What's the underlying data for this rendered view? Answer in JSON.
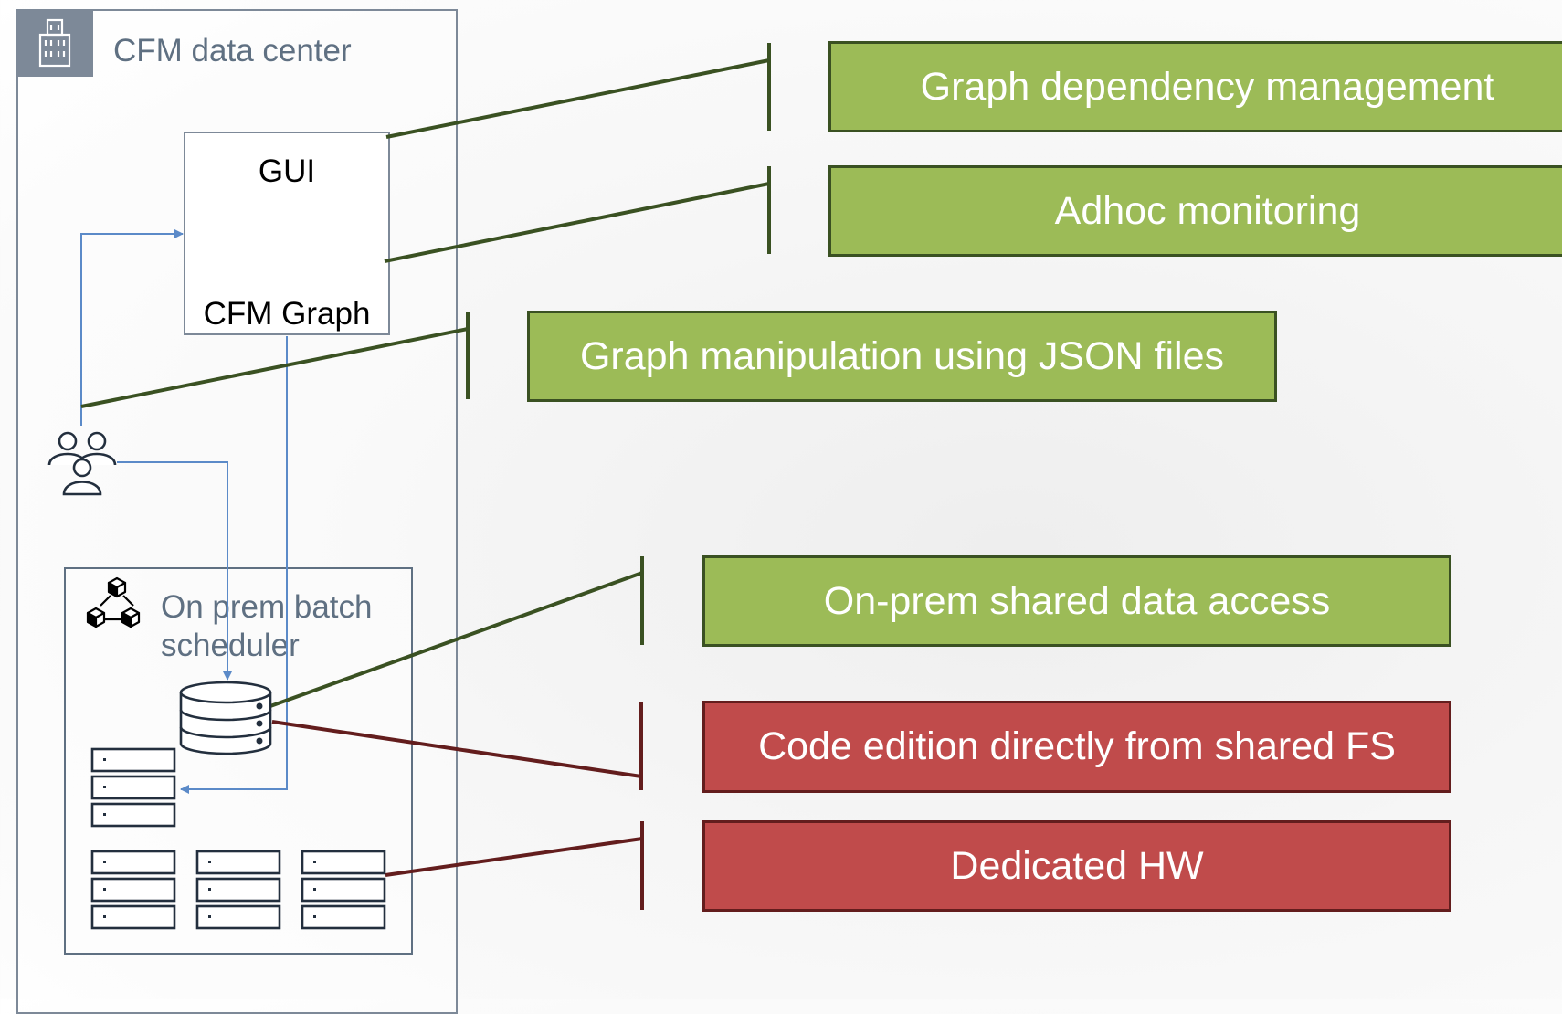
{
  "datacenter": {
    "title": "CFM data center",
    "icon": "building-icon"
  },
  "graph_box": {
    "top_label": "GUI",
    "bottom_label": "CFM Graph"
  },
  "users": {
    "icon": "users-icon"
  },
  "scheduler": {
    "title": "On prem batch scheduler",
    "icon": "cluster-icon"
  },
  "storage": {
    "icon": "database-icon"
  },
  "servers": {
    "icon": "server-rack-icon"
  },
  "features": [
    {
      "label": "Graph dependency management",
      "status": "good"
    },
    {
      "label": "Adhoc monitoring",
      "status": "good"
    },
    {
      "label": "Graph manipulation using JSON files",
      "status": "good"
    },
    {
      "label": "On-prem shared data access",
      "status": "good"
    },
    {
      "label": "Code edition directly from shared FS",
      "status": "bad"
    },
    {
      "label": "Dedicated HW",
      "status": "bad"
    }
  ],
  "colors": {
    "good_fill": "#9cbb57",
    "good_border": "#3a5122",
    "bad_fill": "#c04b4b",
    "bad_border": "#631d1d",
    "flow_arrow": "#5b8ac8",
    "frame": "#7d8998"
  }
}
